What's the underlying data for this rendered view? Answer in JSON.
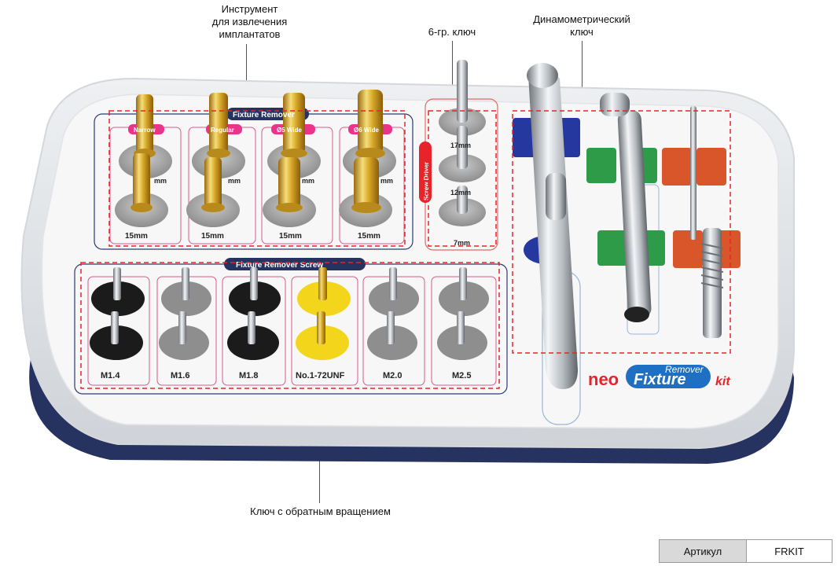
{
  "callouts": {
    "removal_tool_line1": "Инструмент",
    "removal_tool_line2": "для извлечения",
    "removal_tool_line3": "имплантатов",
    "hex_key": "6-гр. ключ",
    "torque_wrench_line1": "Динамометрический",
    "torque_wrench_line2": "ключ",
    "reverse_key": "Ключ с обратным вращением"
  },
  "tray": {
    "fixture_remover_title": "Fixture Remover",
    "fixture_remover_screw_title": "Fixture Remover Screw",
    "screw_driver_label": "Screw Driver",
    "remover_columns": [
      "Narrow",
      "Regular",
      "Ø5 Wide",
      "Ø6 Wide"
    ],
    "remover_upper_length": "mm",
    "remover_lower_length": "15mm",
    "driver_lengths": [
      "17mm",
      "12mm",
      "7mm"
    ],
    "screw_sizes": [
      "M1.4",
      "M1.6",
      "M1.8",
      "No.1-72UNF",
      "M2.0",
      "M2.5"
    ],
    "screw_colors": [
      "#1b1b1b",
      "#8e8e8e",
      "#1b1b1b",
      "#f3d61c",
      "#8e8e8e",
      "#8e8e8e"
    ],
    "brand_neo": "neo",
    "brand_remover": "Remover",
    "brand_fixture": "Fixture",
    "brand_kit": "kit"
  },
  "colors": {
    "accent_red": "#e8232a",
    "brand_blue": "#1f6fc2",
    "tray_navy": "#26325f",
    "gold": "#d7a827",
    "green": "#2e9b49",
    "orange": "#d9552a"
  },
  "sku": {
    "label": "Артикул",
    "value": "FRKIT"
  }
}
